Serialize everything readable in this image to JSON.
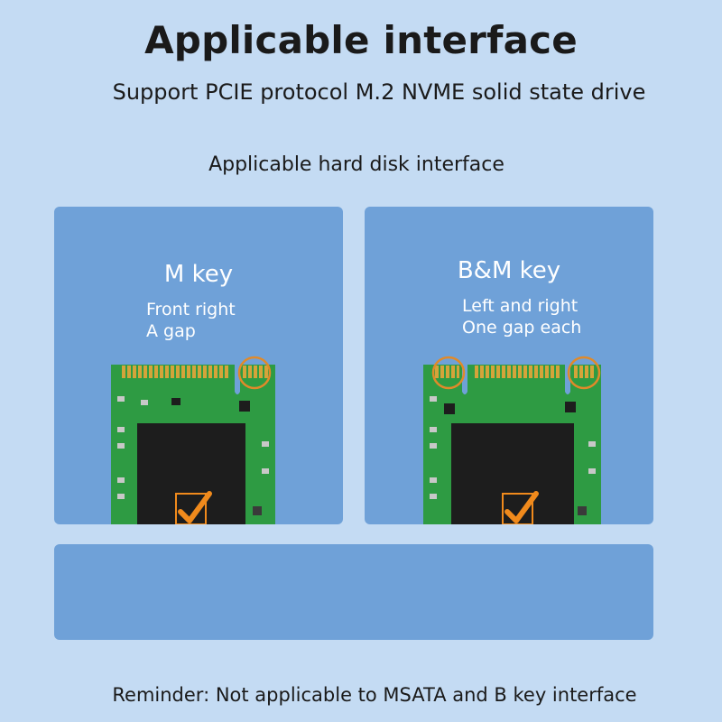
{
  "header": {
    "title": "Applicable interface",
    "subtitle": "Support PCIE protocol M.2 NVME solid state drive"
  },
  "section_label": "Applicable hard disk interface",
  "panels": [
    {
      "key": "M key",
      "desc_line1": "Front right",
      "desc_line2": "A gap"
    },
    {
      "key": "B&M key",
      "desc_line1": "Left and right",
      "desc_line2": "One gap each"
    }
  ],
  "reminder": "Reminder: Not applicable to MSATA and B key interface",
  "colors": {
    "background": "#c4dbf3",
    "panel": "#6fa1d8",
    "pcb": "#2e9b43",
    "gold": "#d4a43a",
    "chip": "#1d1d1d",
    "check": "#f08a1c"
  },
  "icons": [
    "checkmark-icon",
    "m2-ssd-board-icon",
    "gap-highlight-circle-icon"
  ]
}
